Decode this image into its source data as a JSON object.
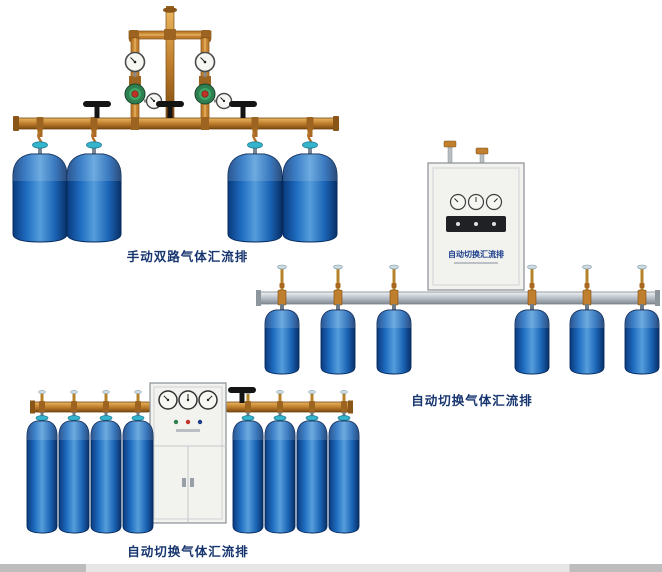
{
  "page": {
    "background": "#ffffff",
    "description": "Gas cylinder manifold product illustrations"
  },
  "products": [
    {
      "name": "manual-dual-manifold",
      "caption": "手动双路气体汇流排",
      "cylinder_count": 4
    },
    {
      "name": "auto-switch-manifold-six-cylinder",
      "caption": "自动切换气体汇流排",
      "cylinder_count": 6,
      "cabinet_label": "自动切换汇流排"
    },
    {
      "name": "auto-switch-manifold-eight-cylinder",
      "caption": "自动切换气体汇流排",
      "cylinder_count": 8
    }
  ],
  "colors": {
    "caption_text": "#17356f",
    "cylinder_blue": "#1e6cc0",
    "cylinder_blue_dark": "#0a3a7e",
    "valve_cap_cyan": "#35b4cd",
    "brass_pipe": "#c07f2e",
    "steel_pipe": "#b9c0c7",
    "cabinet_body": "#f2f2ee",
    "regulator_green": "#2e8050",
    "regulator_knob_red": "#c23327",
    "handwheel_black": "#141414"
  }
}
